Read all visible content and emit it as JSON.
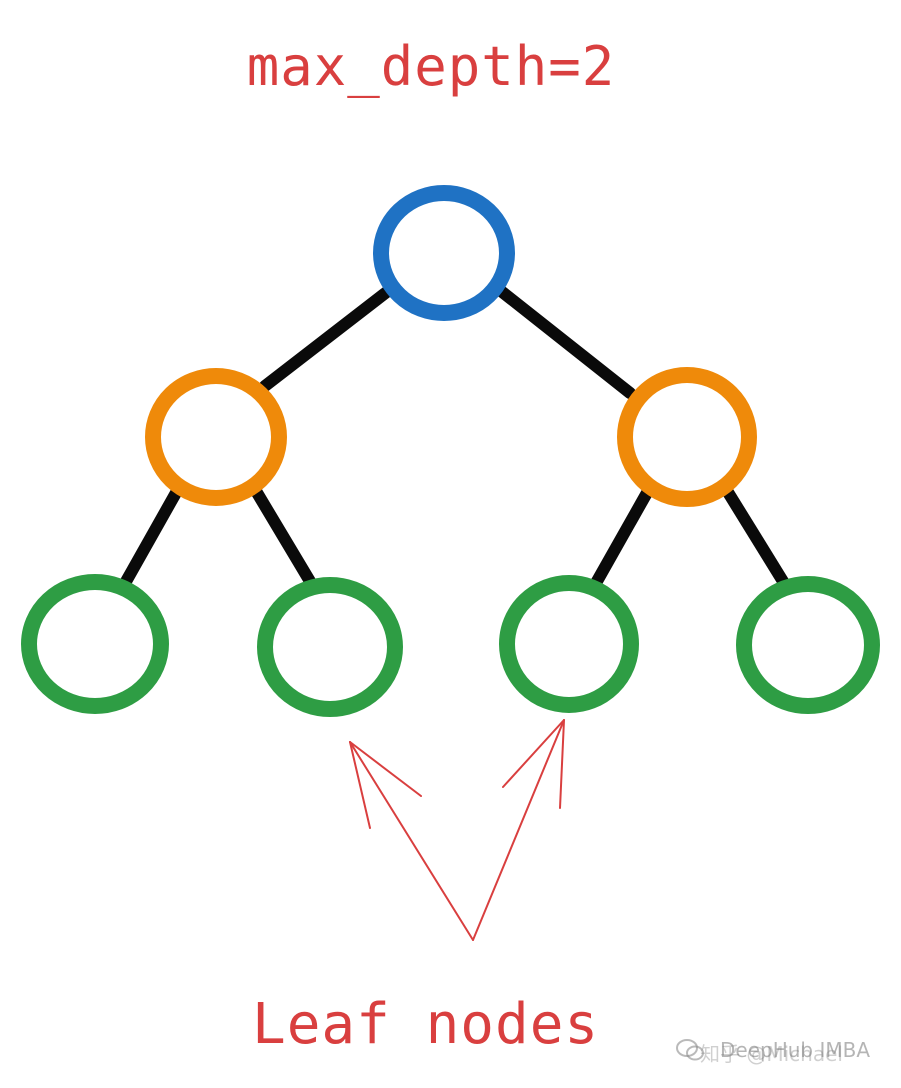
{
  "title": "max_depth=2",
  "caption": "Leaf nodes",
  "watermark": {
    "primary": "DeepHub IMBA",
    "secondary": "知乎 @Michael"
  },
  "colors": {
    "root": "#1f72c4",
    "internal": "#ef8a0a",
    "leaf": "#2e9d44",
    "edge": "#0a0a0a",
    "annotation": "#d93f3f"
  },
  "tree": {
    "root": {
      "depth": 0
    },
    "internal": [
      {
        "depth": 1
      },
      {
        "depth": 1
      }
    ],
    "leaves": [
      {
        "depth": 2
      },
      {
        "depth": 2
      },
      {
        "depth": 2
      },
      {
        "depth": 2
      }
    ]
  }
}
